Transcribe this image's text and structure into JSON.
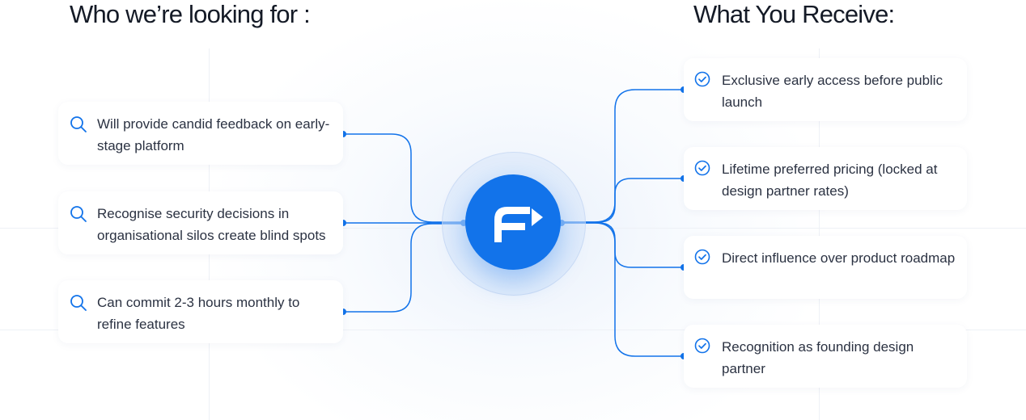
{
  "headings": {
    "left": "Who we’re looking for :",
    "right": "What You Receive:"
  },
  "hub": {
    "icon": "brand-logo-icon",
    "color": "#1273ea"
  },
  "left_items": [
    {
      "icon": "search-icon",
      "text": "Will provide candid feedback on early-stage platform"
    },
    {
      "icon": "search-icon",
      "text": "Recognise security decisions in organisational silos create blind spots"
    },
    {
      "icon": "search-icon",
      "text": "Can commit 2-3 hours monthly to refine features"
    }
  ],
  "right_items": [
    {
      "icon": "check-circle-icon",
      "text": "Exclusive early access before public launch"
    },
    {
      "icon": "check-circle-icon",
      "text": "Lifetime preferred pricing (locked at design partner rates)"
    },
    {
      "icon": "check-circle-icon",
      "text": "Direct influence over product roadmap"
    },
    {
      "icon": "check-circle-icon",
      "text": "Recognition as founding design partner"
    }
  ],
  "colors": {
    "accent": "#1273ea",
    "text": "#2b3242",
    "heading": "#141a26"
  }
}
